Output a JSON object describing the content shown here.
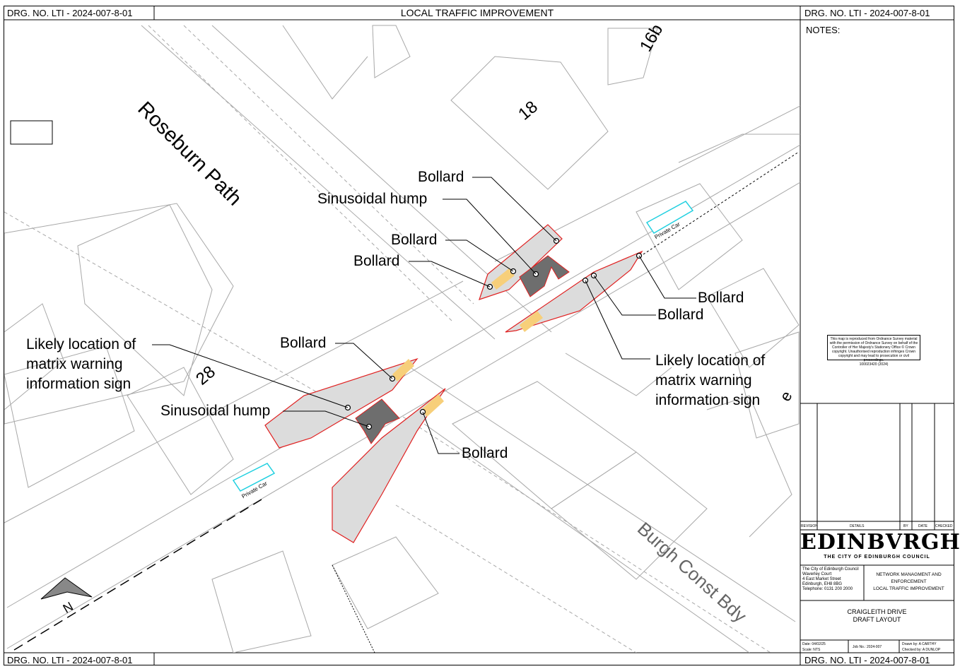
{
  "drawing_number": "DRG. NO.  LTI - 2024-007-8-01",
  "drawing_title": "LOCAL TRAFFIC IMPROVEMENT",
  "map": {
    "road_labels": {
      "roseburn_path": "Roseburn Path",
      "burgh_bdy": "Burgh Const Bdy"
    },
    "building_numbers": {
      "n18": "18",
      "n28": "28",
      "n16b": "16b"
    },
    "annotations": {
      "bollard": "Bollard",
      "sinusoidal_hump": "Sinusoidal hump",
      "matrix_sign": [
        "Likely location of",
        "matrix warning",
        "information sign"
      ]
    },
    "north_label": "N",
    "car_label": "Private Car",
    "edge_letter": "e"
  },
  "title_block": {
    "notes_label": "NOTES:",
    "copyright_text": [
      "This map is reproduced from Ordnance Survey material",
      "with the permission of Ordnance Survey on behalf of the",
      "Controller of Her Majesty's Stationery Office © Crown",
      "copyright. Unauthorised reproduction infringes Crown",
      "copyright and may lead to prosecution or civil proceedings.",
      "100023420 (2024)"
    ],
    "revision_headers": {
      "revision": "REVISION",
      "details": "DETAILS",
      "by": "BY",
      "date": "DATE",
      "checked": "CHECKED"
    },
    "council_name": "EDINBVRGH",
    "council_subtitle": "THE CITY OF EDINBURGH COUNCIL",
    "council_address": [
      "The City of Edinburgh Council",
      "Waverley Court",
      "4 East Market Street",
      "Edinburgh, EH8 8BG",
      "Telephone:  0131 200 2000"
    ],
    "department": [
      "NETWORK MANAGMENT AND",
      "ENFORCEMENT",
      "LOCAL TRAFFIC IMPROVEMENT"
    ],
    "project": [
      "CRAIGLEITH DRIVE",
      "DRAFT LAYOUT"
    ],
    "date_label": "Date:",
    "date_value": "04/02/25",
    "scale_label": "Scale:",
    "scale_value": "NTS",
    "job_label": "Job No.:",
    "job_value": "2024-007",
    "drawn_label": "Drawn by:",
    "drawn_value": "A CARTHY",
    "checked_label": "Checked by:",
    "checked_value": "A DUNLOP"
  },
  "colors": {
    "island_outline": "#e02020",
    "island_fill": "#dcdcdc",
    "hump_fill": "#6e6e6e",
    "tactile_paving": "#f7cf7a",
    "car_outline": "#22d0e0",
    "base_lines": "#a8a8a8"
  }
}
